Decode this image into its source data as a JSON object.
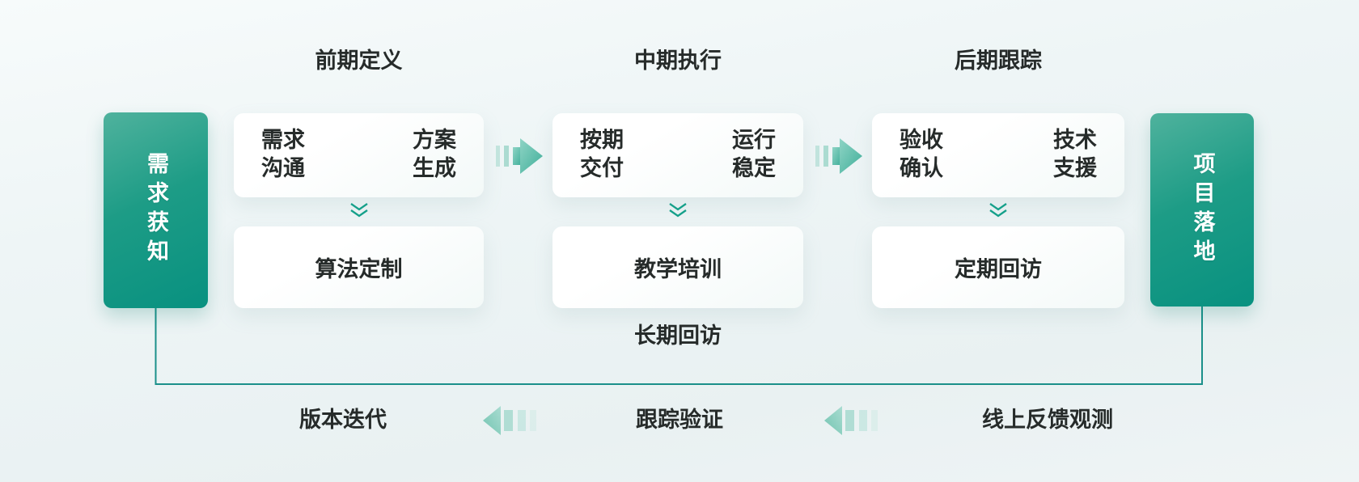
{
  "palette": {
    "stage_gradient_light": "#4fb29d",
    "stage_gradient_dark": "#089180",
    "arrow_teal": "#4db3a0",
    "connector_line": "#1b908a",
    "text_dark": "#262b2a",
    "card_background": "#ffffff"
  },
  "stage_start": {
    "label": "需求获知"
  },
  "stage_end": {
    "label": "项目落地"
  },
  "columns": [
    {
      "header": "前期定义",
      "top_items": [
        "需求\n沟通",
        "方案\n生成"
      ],
      "bottom_item": "算法定制"
    },
    {
      "header": "中期执行",
      "top_items": [
        "按期\n交付",
        "运行\n稳定"
      ],
      "bottom_item": "教学培训"
    },
    {
      "header": "后期跟踪",
      "top_items": [
        "验收\n确认",
        "技术\n支援"
      ],
      "bottom_item": "定期回访"
    }
  ],
  "feedback_loop": {
    "line_label": "长期回访",
    "items": [
      "版本迭代",
      "跟踪验证",
      "线上反馈观测"
    ]
  }
}
